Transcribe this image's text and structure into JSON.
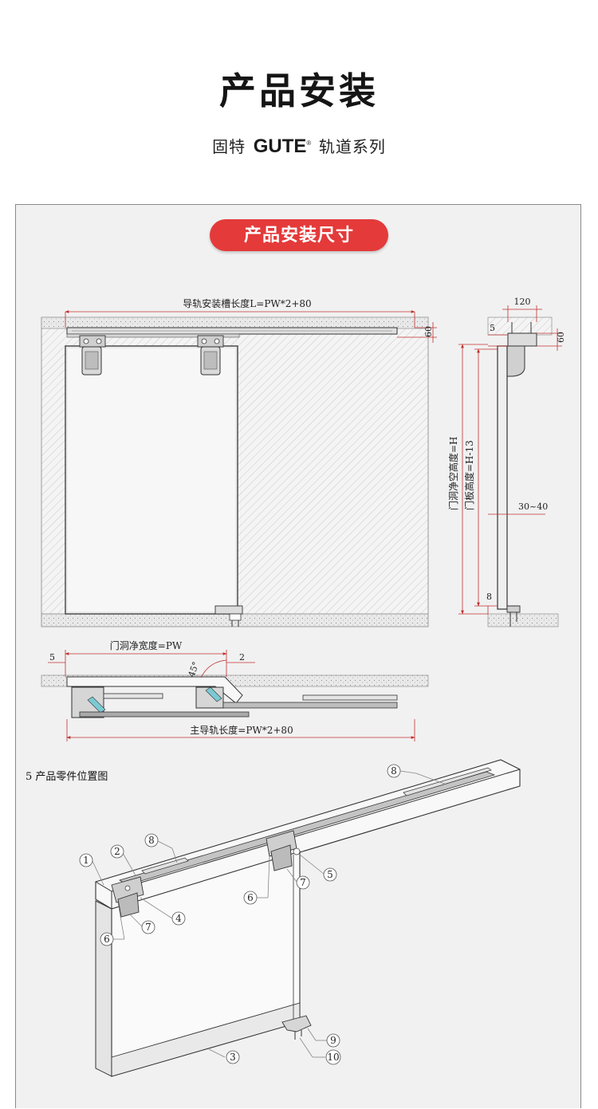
{
  "header": {
    "title": "产品安装",
    "brand_cn": "固特",
    "brand_logo": "GUTE",
    "brand_reg": "®",
    "brand_series": "轨道系列"
  },
  "panel": {
    "section_title": "产品安装尺寸"
  },
  "front_view": {
    "top_dimension": "导轨安装槽长度L=PW*2+80",
    "rail_height": "60"
  },
  "side_view": {
    "width_dimension": "120",
    "offset_top": "5",
    "rail_height": "60",
    "opening_height": "门洞净空高度=H",
    "panel_height": "门板高度=H-13",
    "panel_thickness": "30~40",
    "floor_gap": "8"
  },
  "plan_view": {
    "left_offset": "5",
    "opening_width": "门洞净宽度=PW",
    "right_offset": "2",
    "angle": "45°",
    "track_length": "主导轨长度=PW*2+80"
  },
  "parts": {
    "heading": "5 产品零件位置图",
    "callouts": [
      "1",
      "2",
      "3",
      "4",
      "5",
      "6",
      "7",
      "8",
      "9",
      "10"
    ]
  }
}
